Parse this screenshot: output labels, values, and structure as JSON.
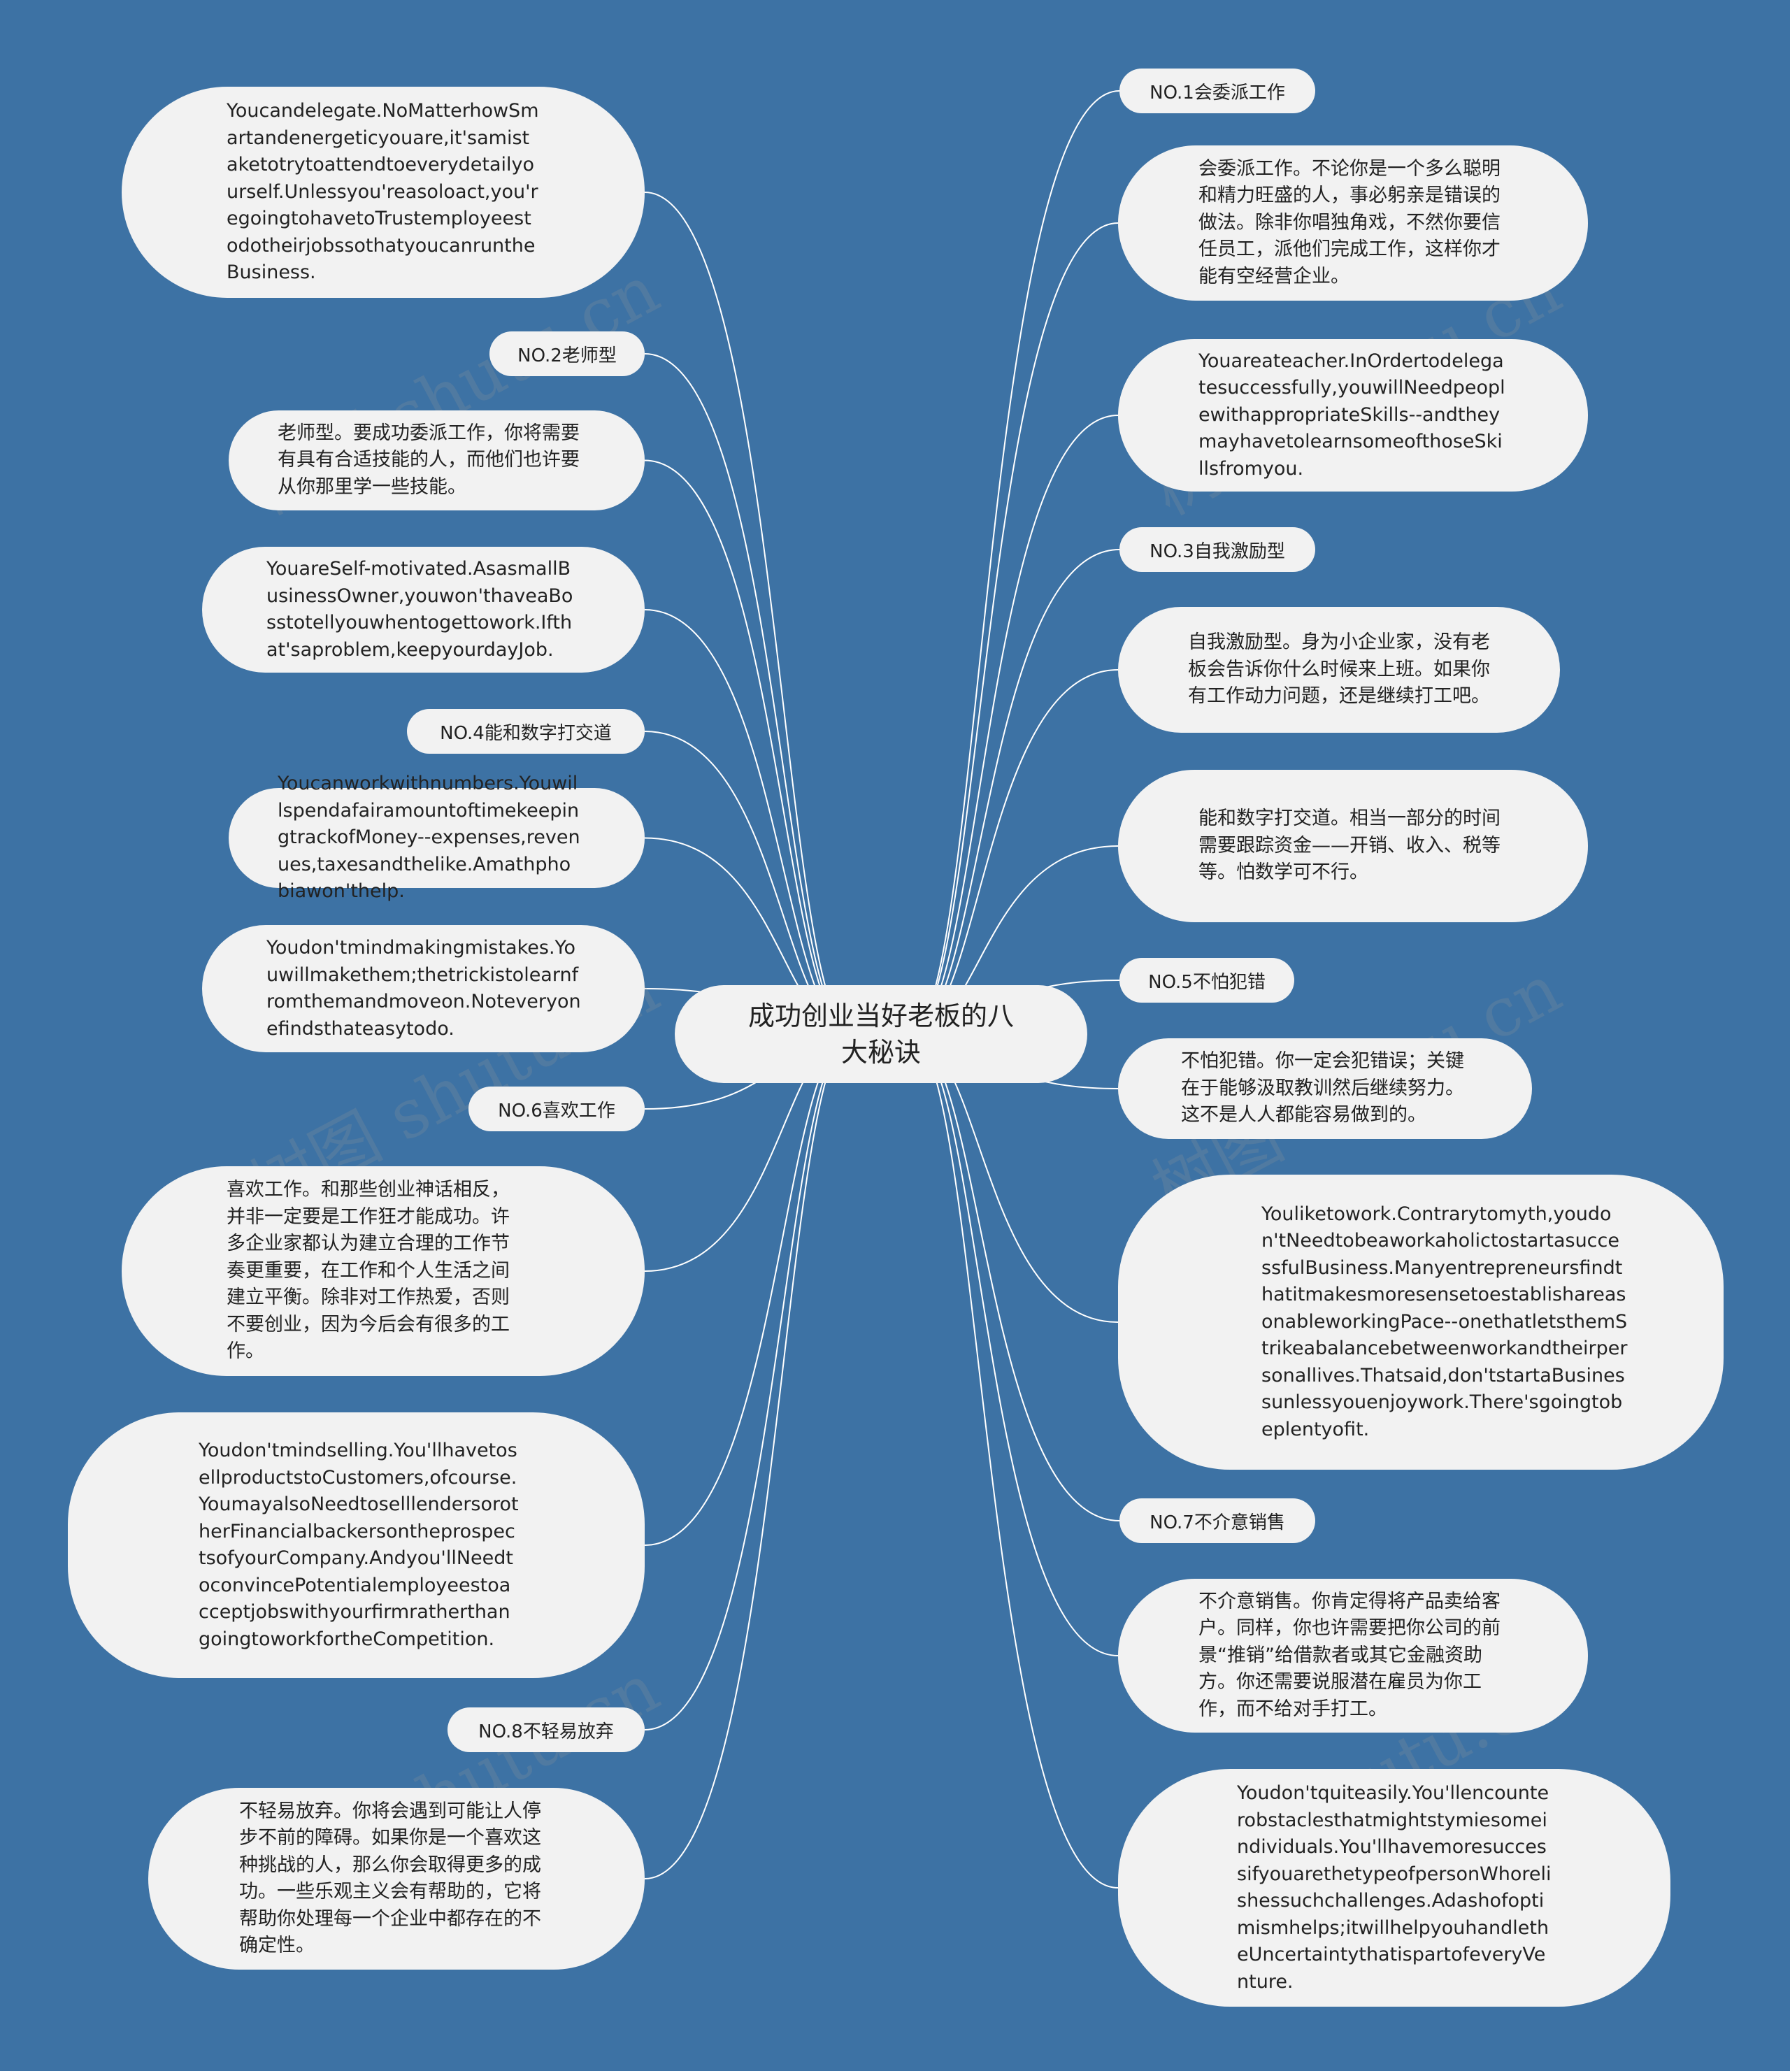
{
  "center": {
    "text": "成功创业当好老板的八大秘诀"
  },
  "watermark": "树图 shutu.cn",
  "nodes": [
    {
      "id": "no1",
      "text": "NO.1会委派工作"
    },
    {
      "id": "no1-zh",
      "text": "会委派工作。不论你是一个多么聪明和精力旺盛的人，事必躬亲是错误的做法。除非你唱独角戏，不然你要信任员工，派他们完成工作，这样你才能有空经营企业。"
    },
    {
      "id": "no1-en",
      "text": "Youcandelegate.NoMatterhowSmartandenergeticyouare,it'samistaketotrytoattendtoeverydetailyourself.Unlessyou'reasoloact,you'regoingtohavetoTrustemployeestodotheirjobssothatyoucanruntheBusiness."
    },
    {
      "id": "no2",
      "text": "NO.2老师型"
    },
    {
      "id": "no2-zh",
      "text": "老师型。要成功委派工作，你将需要有具有合适技能的人，而他们也许要从你那里学一些技能。"
    },
    {
      "id": "no2-en",
      "text": "Youareateacher.InOrdertodelegatesuccessfully,youwillNeedpeoplewithappropriateSkills--andtheymayhavetolearnsomeofthoseSkillsfromyou."
    },
    {
      "id": "no3",
      "text": "NO.3自我激励型"
    },
    {
      "id": "no3-zh",
      "text": "自我激励型。身为小企业家，没有老板会告诉你什么时候来上班。如果你有工作动力问题，还是继续打工吧。"
    },
    {
      "id": "no3-en",
      "text": "YouareSelf-motivated.AsasmallBusinessOwner,youwon'thaveaBosstotellyouwhentogettowork.Ifthat'saproblem,keepyourdayJob."
    },
    {
      "id": "no4",
      "text": "NO.4能和数字打交道"
    },
    {
      "id": "no4-zh",
      "text": "能和数字打交道。相当一部分的时间需要跟踪资金——开销、收入、税等等。怕数学可不行。"
    },
    {
      "id": "no4-en",
      "text": "Youcanworkwithnumbers.YouwillspendafairamountoftimekeepingtrackofMoney--expenses,revenues,taxesandthelike.Amathphobiawon'thelp."
    },
    {
      "id": "no5",
      "text": "NO.5不怕犯错"
    },
    {
      "id": "no5-zh",
      "text": "不怕犯错。你一定会犯错误；关键在于能够汲取教训然后继续努力。这不是人人都能容易做到的。"
    },
    {
      "id": "no5-en",
      "text": "Youdon'tmindmakingmistakes.Youwillmakethem;thetrickistolearnfromthemandmoveon.Noteveryonefindsthateasytodo."
    },
    {
      "id": "no6",
      "text": "NO.6喜欢工作"
    },
    {
      "id": "no6-zh",
      "text": "喜欢工作。和那些创业神话相反，并非一定要是工作狂才能成功。许多企业家都认为建立合理的工作节奏更重要，在工作和个人生活之间建立平衡。除非对工作热爱，否则不要创业，因为今后会有很多的工作。"
    },
    {
      "id": "no6-en",
      "text": "Youliketowork.Contrarytomyth,youdon'tNeedtobeaworkaholictostartasuccessfulBusiness.ManyentrepreneursfindthatitmakesmoresensetoestablishareasonableworkingPace--onethatletsthemStrikeabalancebetweenworkandtheirpersonallives.Thatsaid,don'tstartaBusinessunlessyouenjoywork.There'sgoingtobeplentyofit."
    },
    {
      "id": "no7",
      "text": "NO.7不介意销售"
    },
    {
      "id": "no7-zh",
      "text": "不介意销售。你肯定得将产品卖给客户。同样，你也许需要把你公司的前景“推销”给借款者或其它金融资助方。你还需要说服潜在雇员为你工作，而不给对手打工。"
    },
    {
      "id": "no7-en",
      "text": "Youdon'tmindselling.You'llhavetosellproductstoCustomers,ofcourse.YoumayalsoNeedtoselllendersorotherFinancialbackersontheprospectsofyourCompany.Andyou'llNeedtoconvincePotentialemployeestoacceptjobswithyourfirmratherthangoingtoworkfortheCompetition."
    },
    {
      "id": "no8",
      "text": "NO.8不轻易放弃"
    },
    {
      "id": "no8-zh",
      "text": "不轻易放弃。你将会遇到可能让人停步不前的障碍。如果你是一个喜欢这种挑战的人，那么你会取得更多的成功。一些乐观主义会有帮助的，它将帮助你处理每一个企业中都存在的不确定性。"
    },
    {
      "id": "no8-en",
      "text": "Youdon'tquiteasily.You'llencounterobstaclesthatmightstymiesomeindividuals.You'llhavemoresuccessifyouarethetypeofpersonWhorelishessuchchallenges.Adashofoptimismhelps;itwillhelpyouhandletheUncertaintythatispartofeveryVenture."
    }
  ]
}
